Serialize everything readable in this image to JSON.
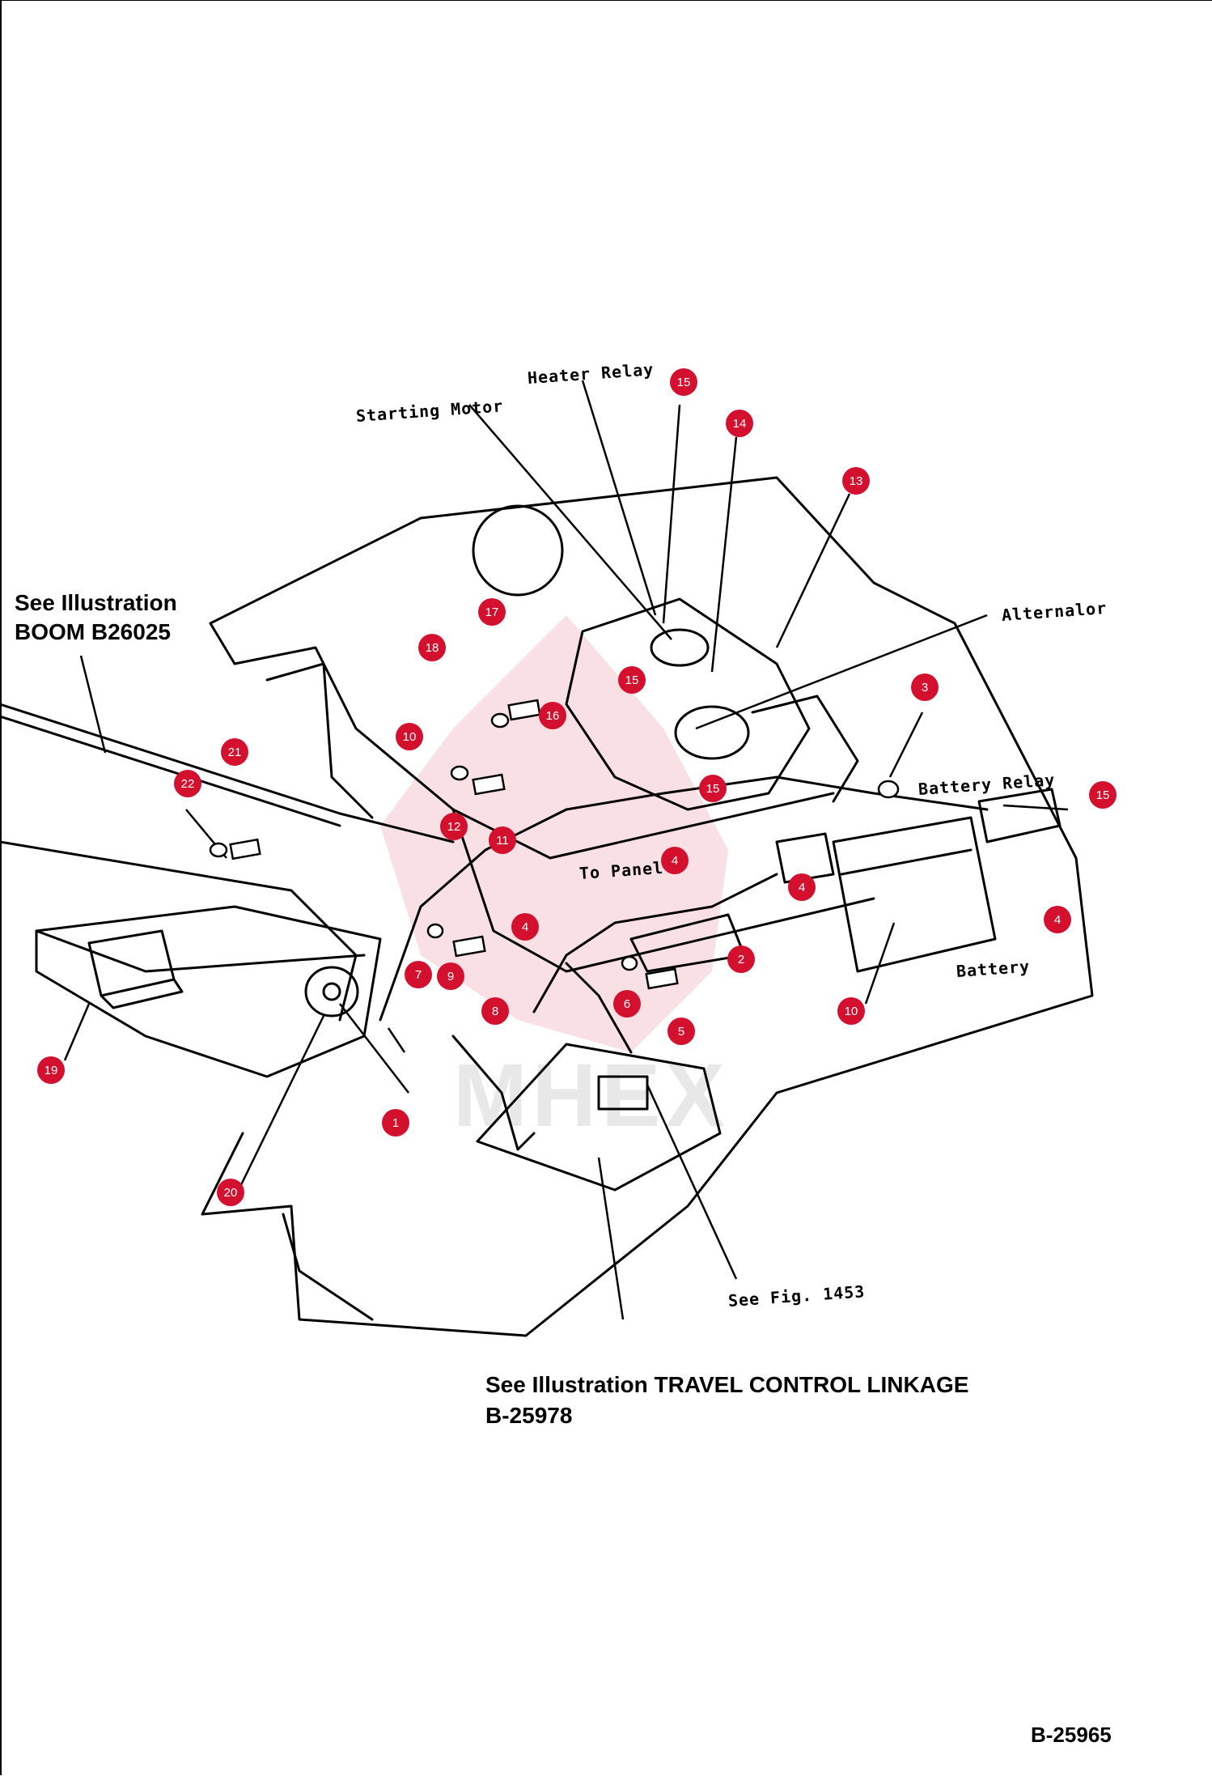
{
  "references": {
    "boom": [
      "See Illustration",
      "BOOM B26025"
    ],
    "travel": [
      "See Illustration TRAVEL CONTROL LINKAGE",
      "B-25978"
    ]
  },
  "labels": {
    "heater_relay": "Heater Relay",
    "starting_motor": "Starting Motor",
    "alternator": "Alternalor",
    "battery_relay": "Battery Relay",
    "battery": "Battery",
    "to_panel": "To Panel",
    "see_fig": "See Fig. 1453"
  },
  "watermark": "MHEX",
  "figure_number": "B-25965",
  "callouts": [
    "15",
    "14",
    "13",
    "17",
    "18",
    "16",
    "15",
    "10",
    "3",
    "21",
    "22",
    "12",
    "11",
    "15",
    "15",
    "4",
    "4",
    "4",
    "7",
    "9",
    "8",
    "6",
    "5",
    "2",
    "4",
    "10",
    "19",
    "1",
    "20"
  ],
  "colors": {
    "callout": "#d3102e",
    "line": "#000000",
    "watermark": "#f3c9cf"
  }
}
